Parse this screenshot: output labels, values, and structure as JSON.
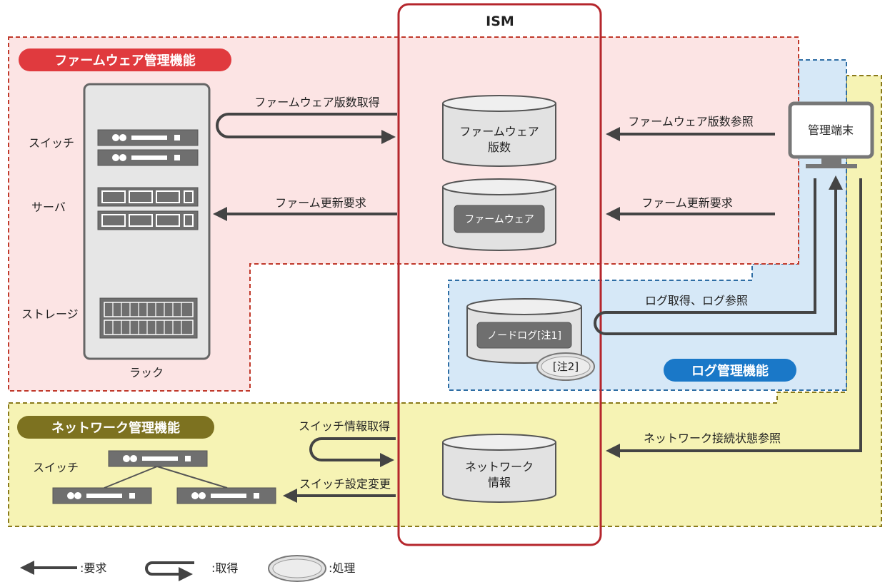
{
  "ism_title": "ISM",
  "regions": {
    "firmware": {
      "label": "ファームウェア管理機能",
      "fill": "#fce4e4",
      "border": "#c0392b",
      "badge": "#e03a3e"
    },
    "log": {
      "label": "ログ管理機能",
      "fill": "#d6e8f7",
      "border": "#2e6da4",
      "badge": "#1a78c8"
    },
    "network": {
      "label": "ネットワーク管理機能",
      "fill": "#f6f3b4",
      "border": "#8a7a1a",
      "badge": "#7d7220"
    }
  },
  "rack": {
    "caption": "ラック",
    "switch_label": "スイッチ",
    "server_label": "サーバ",
    "storage_label": "ストレージ"
  },
  "databases": {
    "fw_version": {
      "line1": "ファームウェア",
      "line2": "版数"
    },
    "firmware": {
      "inner": "ファームウェア"
    },
    "node_log": {
      "inner": "ノードログ[注1]",
      "note": "[注2]"
    },
    "network_info": {
      "line1": "ネットワーク",
      "line2": "情報"
    }
  },
  "terminal": {
    "label": "管理端末"
  },
  "arrows": {
    "get_fw_version": "ファームウェア版数取得",
    "fw_update_left": "ファーム更新要求",
    "ref_fw_version": "ファームウェア版数参照",
    "fw_update_right": "ファーム更新要求",
    "log_get_ref": "ログ取得、ログ参照",
    "switch_info_get": "スイッチ情報取得",
    "switch_setting_change": "スイッチ設定変更",
    "network_status_ref": "ネットワーク接続状態参照"
  },
  "network_switch_label": "スイッチ",
  "legend": {
    "request": ":要求",
    "acquire": ":取得",
    "process": ":処理"
  },
  "colors": {
    "ism_border": "#b5262c",
    "arrow": "#444444",
    "rack_fill": "#e6e6e6",
    "device_fill": "#6f6f6f"
  }
}
